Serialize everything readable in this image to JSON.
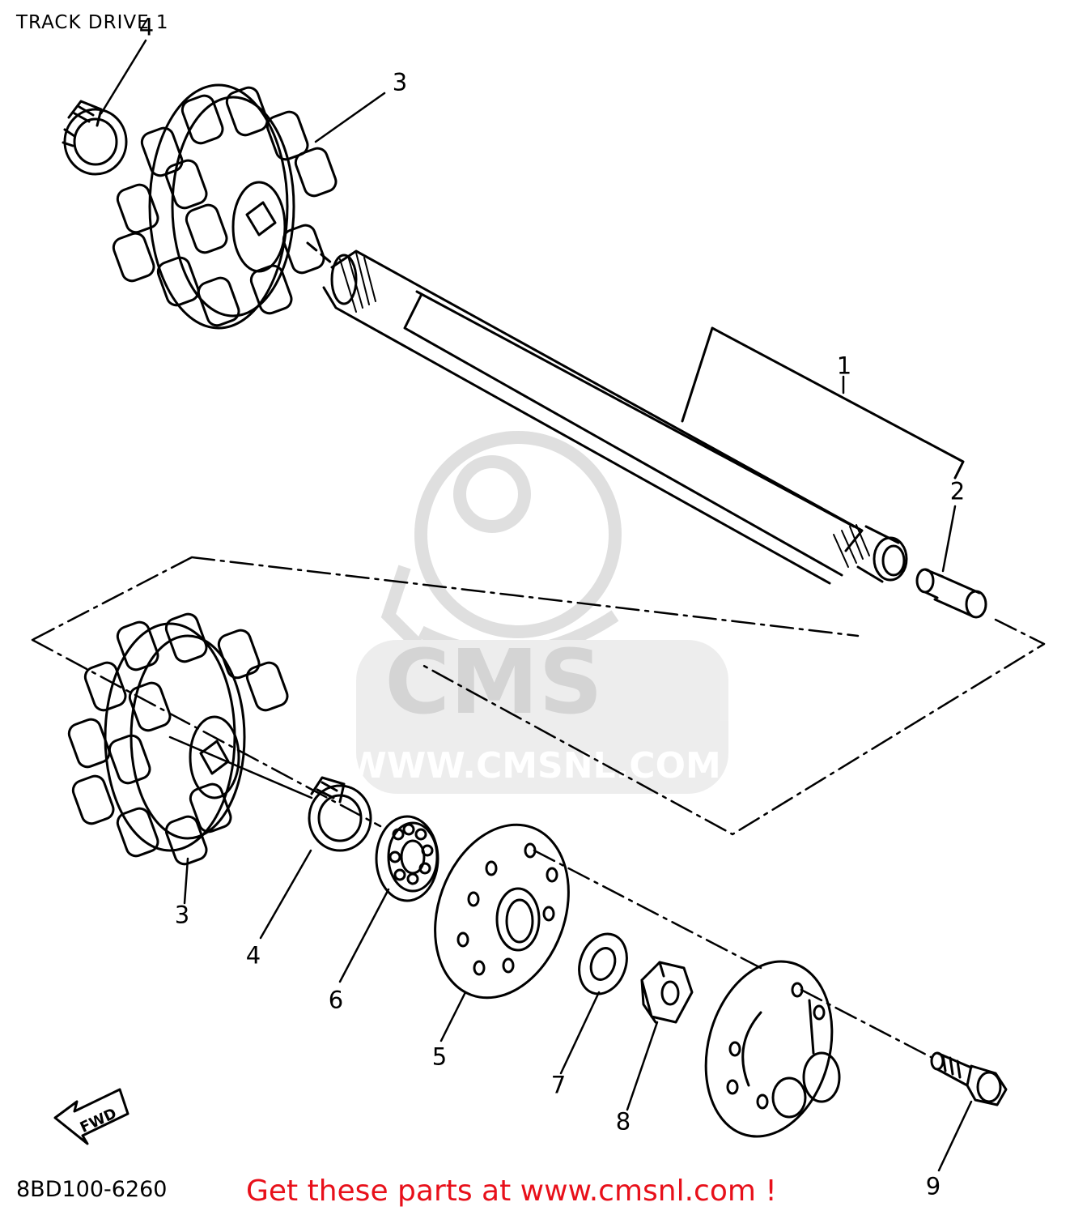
{
  "title": "TRACK DRIVE 1",
  "part_code": "8BD100-6260",
  "promo": "Get these parts at www.cmsnl.com !",
  "fwd_label": "FWD",
  "watermark": {
    "brand": "CMS",
    "url": "WWW.CMSNL.COM"
  },
  "callouts": [
    {
      "id": "c1",
      "label": "1"
    },
    {
      "id": "c2",
      "label": "2"
    },
    {
      "id": "c3a",
      "label": "3"
    },
    {
      "id": "c3b",
      "label": "3"
    },
    {
      "id": "c4a",
      "label": "4"
    },
    {
      "id": "c4b",
      "label": "4"
    },
    {
      "id": "c5",
      "label": "5"
    },
    {
      "id": "c6",
      "label": "6"
    },
    {
      "id": "c7",
      "label": "7"
    },
    {
      "id": "c8",
      "label": "8"
    },
    {
      "id": "c9",
      "label": "9"
    }
  ],
  "colors": {
    "line": "#000000",
    "promo": "#e8101a",
    "watermark": "#d9d9d9"
  }
}
